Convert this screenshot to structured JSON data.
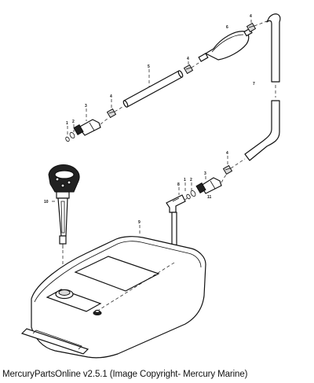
{
  "caption": "MercuryPartsOnline v2.5.1 (Image Copyright- Mercury Marine)",
  "callouts": [
    "1",
    "2",
    "3",
    "4",
    "5",
    "4",
    "6",
    "4",
    "7",
    "1",
    "2",
    "3",
    "4",
    "8",
    "11",
    "9",
    "10"
  ]
}
